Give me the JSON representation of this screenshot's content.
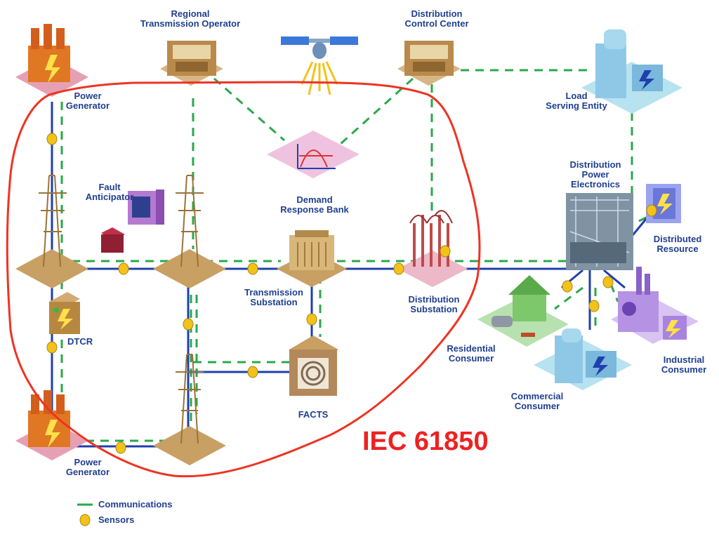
{
  "labels": {
    "power_generator_top": "Power\nGenerator",
    "regional_operator": "Regional\nTransmission Operator",
    "distribution_control": "Distribution\nControl Center",
    "load_serving": "Load\nServing Entity",
    "fault_anticipator": "Fault\nAnticipator",
    "demand_response": "Demand\nResponse Bank",
    "distribution_power_electronics": "Distribution\nPower\nElectronics",
    "distributed_resource": "Distributed\nResource",
    "transmission_substation": "Transmission\nSubstation",
    "distribution_substation": "Distribution\nSubstation",
    "dtcr": "DTCR",
    "residential_consumer": "Residential\nConsumer",
    "industrial_consumer": "Industrial\nConsumer",
    "commercial_consumer": "Commercial\nConsumer",
    "facts": "FACTS",
    "power_generator_bottom": "Power\nGenerator"
  },
  "standard_title": "IEC 61850",
  "legend": {
    "communications": "Communications",
    "sensors": "Sensors"
  },
  "colors": {
    "power_line": "#1f3fae",
    "comm_line": "#2aa84a",
    "sensor": "#f3c21a",
    "outline": "#ee3322",
    "label": "#1f3f8f",
    "tan": "#c8a064",
    "pink": "#e7b7d6",
    "lightblue": "#9fd3ea",
    "violet": "#c8a8ef"
  }
}
